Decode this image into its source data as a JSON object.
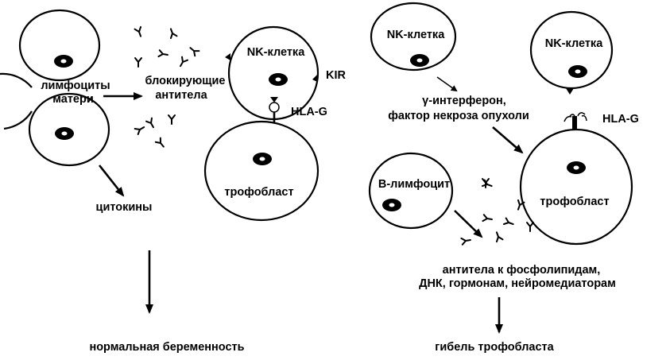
{
  "left": {
    "lymphocytes_line1": "лимфоциты",
    "lymphocytes_line2": "матери",
    "blocking_line1": "блокирующие",
    "blocking_line2": "антитела",
    "nk_cell": "NK-клетка",
    "kir": "KIR",
    "hla_g": "HLA-G",
    "trophoblast": "трофобласт",
    "cytokines": "цитокины",
    "outcome": "нормальная беременность"
  },
  "right": {
    "nk_cell_1": "NK-клетка",
    "nk_cell_2": "NK-клетка",
    "interferon_line1": "γ-интерферон,",
    "interferon_line2": "фактор некроза опухоли",
    "hla_g": "HLA-G",
    "trophoblast": "трофобласт",
    "b_lymphocyte": "B-лимфоцит",
    "antibodies_line1": "антитела к фосфолипидам,",
    "antibodies_line2": "ДНК, гормонам, нейромедиаторам",
    "outcome": "гибель трофобласта"
  }
}
